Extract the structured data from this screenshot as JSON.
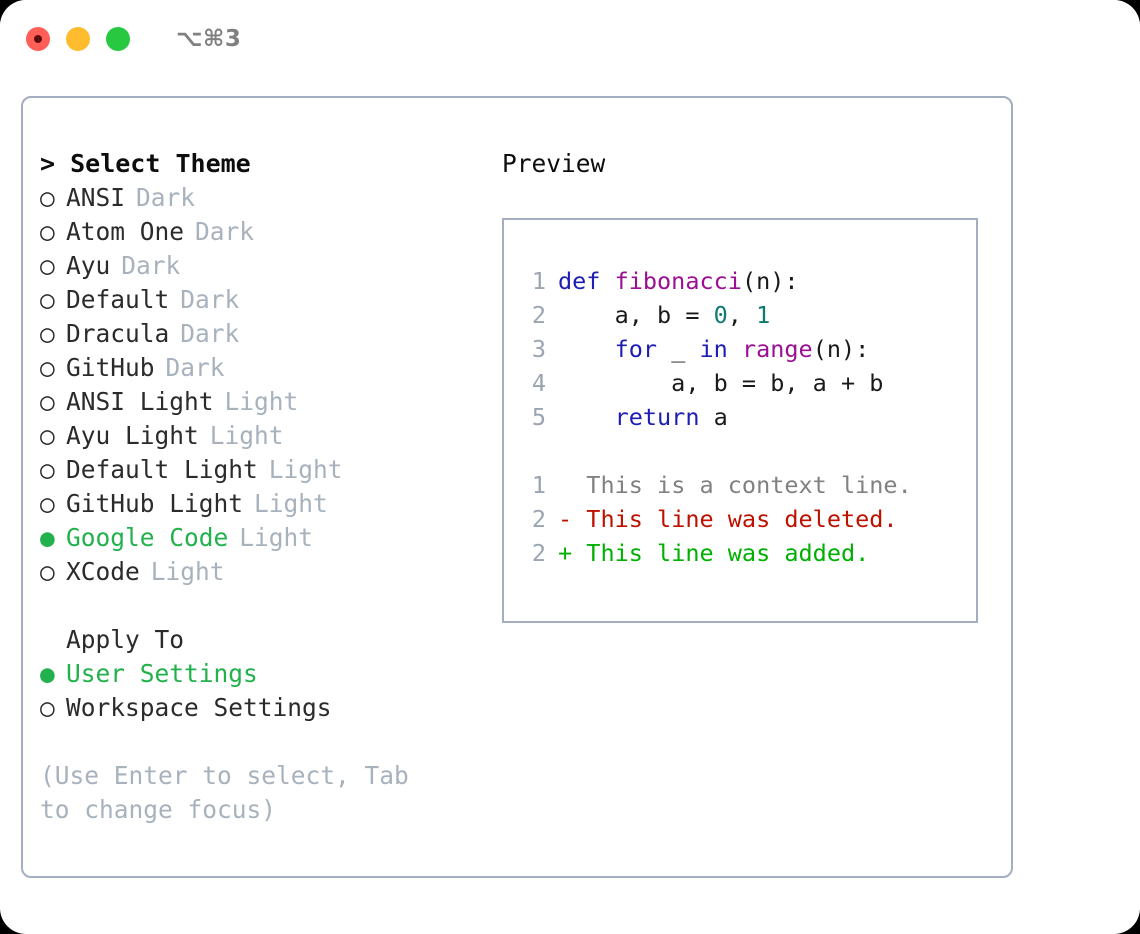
{
  "window": {
    "shortcut": "⌥⌘3",
    "controls": [
      {
        "name": "close",
        "color": "#ff5f57"
      },
      {
        "name": "minimize",
        "color": "#febc2e"
      },
      {
        "name": "maximize",
        "color": "#28c840"
      }
    ]
  },
  "theme_list": {
    "header": "> Select Theme",
    "markers": {
      "unselected": "○",
      "selected": "●"
    },
    "items": [
      {
        "label": "ANSI",
        "tag": "Dark",
        "selected": false
      },
      {
        "label": "Atom One",
        "tag": "Dark",
        "selected": false
      },
      {
        "label": "Ayu",
        "tag": "Dark",
        "selected": false
      },
      {
        "label": "Default",
        "tag": "Dark",
        "selected": false
      },
      {
        "label": "Dracula",
        "tag": "Dark",
        "selected": false
      },
      {
        "label": "GitHub",
        "tag": "Dark",
        "selected": false
      },
      {
        "label": "ANSI Light",
        "tag": "Light",
        "selected": false
      },
      {
        "label": "Ayu Light",
        "tag": "Light",
        "selected": false
      },
      {
        "label": "Default Light",
        "tag": "Light",
        "selected": false
      },
      {
        "label": "GitHub Light",
        "tag": "Light",
        "selected": false
      },
      {
        "label": "Google Code",
        "tag": "Light",
        "selected": true
      },
      {
        "label": "XCode",
        "tag": "Light",
        "selected": false
      }
    ]
  },
  "apply_to": {
    "header": "Apply To",
    "items": [
      {
        "label": "User Settings",
        "selected": true
      },
      {
        "label": "Workspace Settings",
        "selected": false
      }
    ]
  },
  "hint": "(Use Enter to select, Tab to change focus)",
  "preview": {
    "title": "Preview",
    "code_lines": [
      {
        "number": "1",
        "tokens": [
          {
            "text": "def ",
            "type": "kw"
          },
          {
            "text": "fibonacci",
            "type": "fn"
          },
          {
            "text": "(n):",
            "type": "pl"
          }
        ]
      },
      {
        "number": "2",
        "tokens": [
          {
            "text": "    a, b = ",
            "type": "pl"
          },
          {
            "text": "0",
            "type": "num"
          },
          {
            "text": ", ",
            "type": "pl"
          },
          {
            "text": "1",
            "type": "num"
          }
        ]
      },
      {
        "number": "3",
        "tokens": [
          {
            "text": "    ",
            "type": "pl"
          },
          {
            "text": "for ",
            "type": "kw"
          },
          {
            "text": "_ ",
            "type": "pl"
          },
          {
            "text": "in ",
            "type": "kw"
          },
          {
            "text": "range",
            "type": "fn"
          },
          {
            "text": "(n):",
            "type": "pl"
          }
        ]
      },
      {
        "number": "4",
        "tokens": [
          {
            "text": "        a, b = b, a + b",
            "type": "pl"
          }
        ]
      },
      {
        "number": "5",
        "tokens": [
          {
            "text": "    ",
            "type": "pl"
          },
          {
            "text": "return ",
            "type": "kw"
          },
          {
            "text": "a",
            "type": "pl"
          }
        ]
      }
    ],
    "diff_lines": [
      {
        "number": "1",
        "marker": " ",
        "text": " This is a context line.",
        "type": "ctx"
      },
      {
        "number": "2",
        "marker": "-",
        "text": " This line was deleted.",
        "type": "del"
      },
      {
        "number": "2",
        "marker": "+",
        "text": " This line was added.",
        "type": "add"
      }
    ]
  },
  "colors": {
    "accent_green": "#22b14c",
    "border": "#a4aec0",
    "muted": "#a8b2bd",
    "keyword": "#1d1db5",
    "function": "#9b0f93",
    "number": "#107a71",
    "diff_context": "#818181",
    "diff_deleted": "#bd1100",
    "diff_added": "#00b000",
    "lineno": "#9aa5b1"
  }
}
